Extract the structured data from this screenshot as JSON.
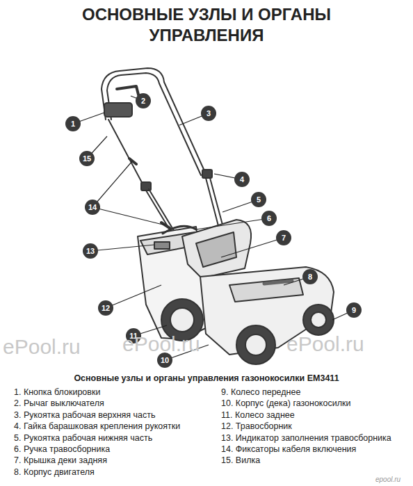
{
  "diagram": {
    "title": "ОСНОВНЫЕ УЗЛЫ И ОРГАНЫ УПРАВЛЕНИЯ",
    "caption": "Основные узлы и органы управления газонокосилки EM3411",
    "labels": [
      "1",
      "2",
      "3",
      "4",
      "5",
      "6",
      "7",
      "8",
      "9",
      "10",
      "11",
      "12",
      "13",
      "14",
      "15",
      "1. Кнопка блокировки",
      "2. Рычаг выключателя",
      "3. Рукоятка рабочая верхняя часть",
      "4. Гайка барашковая крепления рукоятки",
      "5. Рукоятка рабочая нижняя часть",
      "6. Ручка травосборника",
      "7. Крышка деки задняя",
      "8. Корпус двигателя",
      "9. Колесо переднее",
      "10. Корпус (дека) газонокосилки",
      "11. Колесо заднее",
      "12. Травосборник",
      "13. Индикатор заполнения травосборника",
      "14. Фиксаторы кабеля включения",
      "15. Вилка",
      "ePool.ru",
      "ePool.ru",
      "ePool.ru",
      "epool.ru"
    ]
  }
}
